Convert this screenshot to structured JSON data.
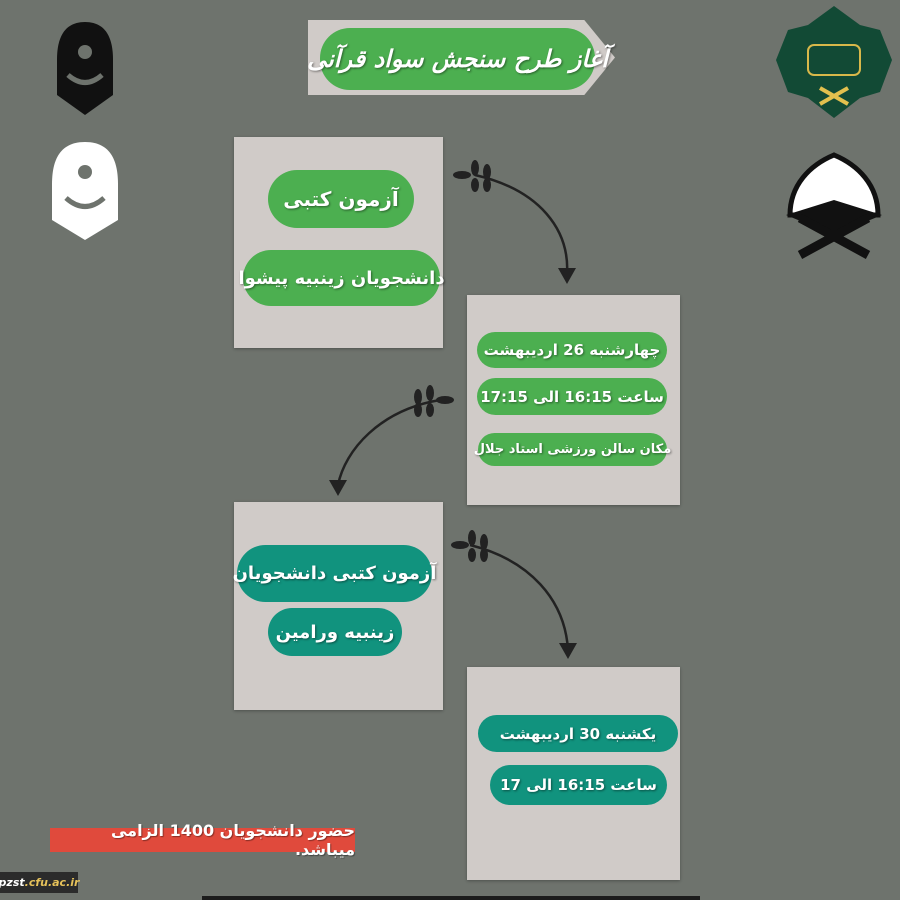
{
  "title": "آغاز طرح سنجش سواد قرآنی",
  "logos": {
    "top_left": "دانشگاه فرهنگیان پردیس زینبیه شهرستان های تهران",
    "mid_left": "حوزه فرهنگی پردیس زینبیه",
    "top_right": "دارالقرآن الضحی",
    "mid_right": "قرآن و عترت"
  },
  "steps": [
    {
      "pills": [
        "آزمون کتبی",
        "دانشجویان زینبیه پیشوا"
      ],
      "color": "#4caf50"
    },
    {
      "pills": [
        "چهارشنبه 26 اردیبهشت",
        "ساعت 16:15 الی 17:15",
        "مکان سالن ورزشی استاد جلال"
      ],
      "color": "#4caf50"
    },
    {
      "pills": [
        "آزمون کتبی دانشجویان",
        "زینبیه ورامین"
      ],
      "color": "#11937e"
    },
    {
      "pills": [
        "یکشنبه 30 اردیبهشت",
        "ساعت 16:15 الی 17"
      ],
      "color": "#11937e"
    }
  ],
  "note": "حضور دانشجویان 1400 الزامی میباشد.",
  "watermark": {
    "site": "pzst",
    "domain": ".cfu.ac.ir"
  },
  "colors": {
    "background": "#6e736d",
    "card": "#d0cbc8",
    "green": "#4caf50",
    "teal": "#11937e",
    "note": "#e04a3c"
  }
}
